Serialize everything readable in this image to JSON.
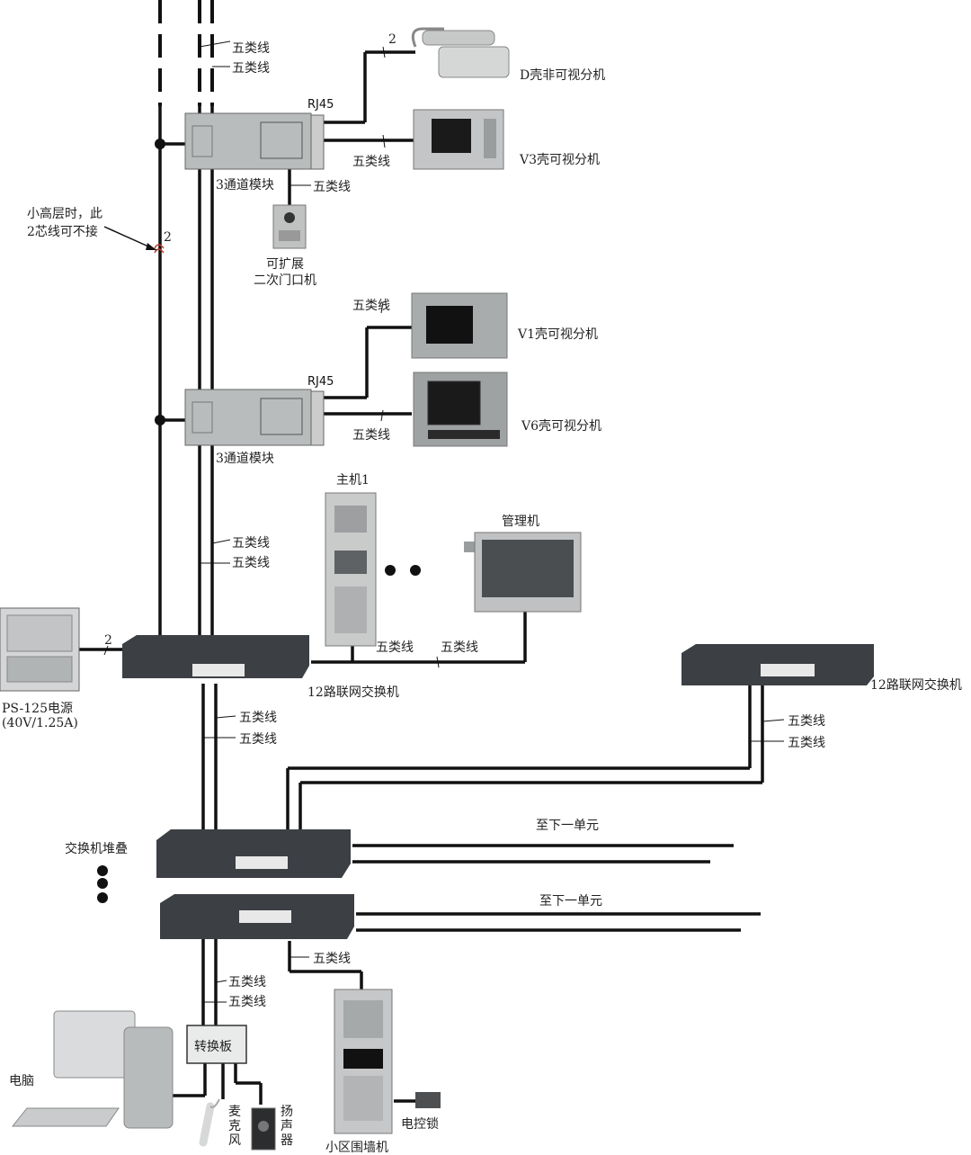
{
  "labels": {
    "cat5": "五类线",
    "two": "2",
    "rj45": "RJ45",
    "d_handset": "D壳非可视分机",
    "v3_monitor": "V3壳可视分机",
    "v1_monitor": "V1壳可视分机",
    "v6_monitor": "V6壳可视分机",
    "module": "3通道模块",
    "small_building_note_1": "小高层时，此",
    "small_building_note_2": "2芯线可不接",
    "secondary_door_1": "可扩展",
    "secondary_door_2": "二次门口机",
    "host1": "主机1",
    "management": "管理机",
    "switch12": "12路联网交换机",
    "psu_1": "PS-125电源",
    "psu_2": "(40V/1.25A)",
    "switch_stack": "交换机堆叠",
    "next_unit": "至下一单元",
    "converter": "转换板",
    "computer": "电脑",
    "mic": [
      "麦",
      "克",
      "风"
    ],
    "speaker": [
      "扬",
      "声",
      "器"
    ],
    "wall_unit": "小区围墙机",
    "lock": "电控锁"
  },
  "colors": {
    "wire": "#111111",
    "device_gray": "#b9bcbc",
    "switch_dark": "#3c3f44",
    "port": "#e8e8e8",
    "screen": "#1a1a1a",
    "display_red": "#d51a1a"
  }
}
